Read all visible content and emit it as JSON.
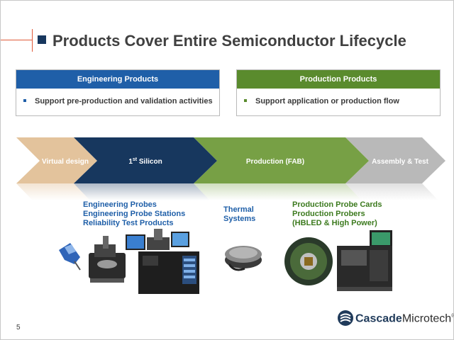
{
  "title": "Products Cover Entire Semiconductor Lifecycle",
  "engineering_box": {
    "header": "Engineering Products",
    "bullet": "Support pre-production and validation activities"
  },
  "production_box": {
    "header": "Production Products",
    "bullet": "Support application or production flow"
  },
  "flow": {
    "virtual_design": "Virtual design",
    "silicon_base": "1",
    "silicon_sup": "st",
    "silicon_rest": " Silicon",
    "production": "Production (FAB)",
    "assembly": "Assembly & Test"
  },
  "engineering_labels": [
    "Engineering Probes",
    "Engineering Probe Stations",
    "Reliability Test Products"
  ],
  "thermal_labels": [
    "Thermal",
    "Systems"
  ],
  "production_labels": [
    "Production Probe Cards",
    "Production Probers",
    "(HBLED & High Power)"
  ],
  "logo": {
    "bold": "Cascade",
    "light": "Microtech",
    "mark": "®"
  },
  "page_number": "5",
  "colors": {
    "navy": "#17375e",
    "engineering_blue": "#1f5fa8",
    "production_green": "#5a8b2d",
    "tan": "#e3c39c",
    "gray": "#b9b9b9"
  }
}
